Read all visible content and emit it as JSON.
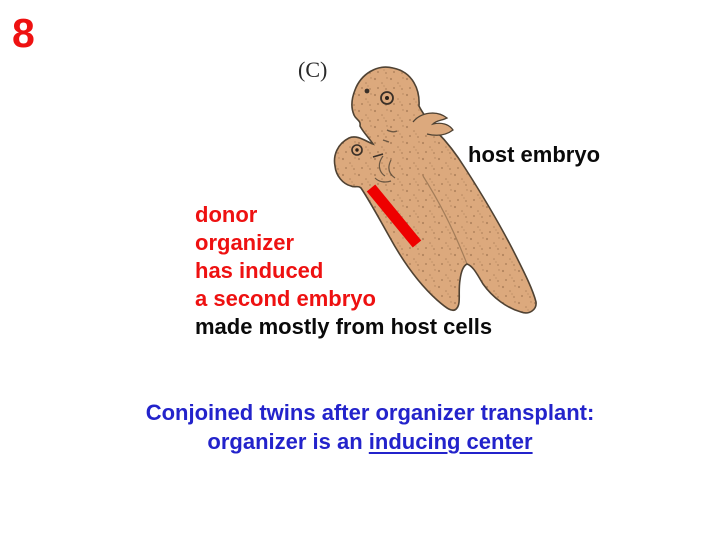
{
  "slide": {
    "page_number": "8",
    "panel_label": "(C)",
    "host_label": "host embryo",
    "description": {
      "red_lines": [
        "donor",
        "organizer",
        "has induced",
        "a second embryo"
      ],
      "black_line": "made mostly from host cells"
    },
    "caption": {
      "line1": "Conjoined twins after organizer transplant:",
      "line2_prefix": "organizer is an ",
      "line2_underlined": "inducing center"
    },
    "illustration": {
      "name": "conjoined-twin-embryo-drawing",
      "marker": "red transplant bar on flank of induced secondary embryo"
    },
    "colors": {
      "red_text": "#ee1111",
      "marker_red": "#ee0000",
      "blue_text": "#2323cb",
      "black_text": "#0a0a0a",
      "embryo_fill": "#dca97d",
      "embryo_outline": "#4f4233",
      "background": "#ffffff"
    }
  }
}
